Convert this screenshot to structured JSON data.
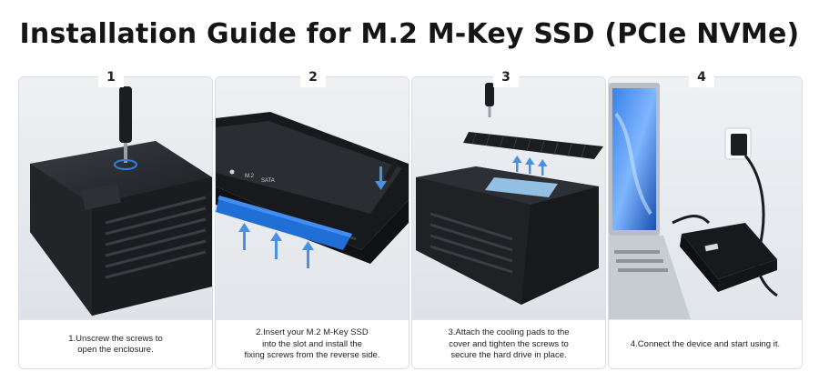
{
  "title": "Installation Guide for M.2 M-Key SSD (PCIe NVMe)",
  "steps": [
    {
      "number": "1",
      "caption": "1.Unscrew the screws to\nopen the enclosure."
    },
    {
      "number": "2",
      "caption": "2.Insert your M.2 M-Key SSD\ninto the slot and install the\nfixing screws from the reverse side."
    },
    {
      "number": "3",
      "caption": "3.Attach the cooling pads to the\ncover and tighten the screws to\nsecure the hard drive in place."
    },
    {
      "number": "4",
      "caption": "4.Connect the device and start using it."
    }
  ],
  "slot_labels": {
    "m2": "M.2",
    "sata": "SATA"
  },
  "colors": {
    "accent_blue": "#2f7fe0",
    "enclosure": "#1f2226",
    "ssd": "#1f6fd6"
  }
}
